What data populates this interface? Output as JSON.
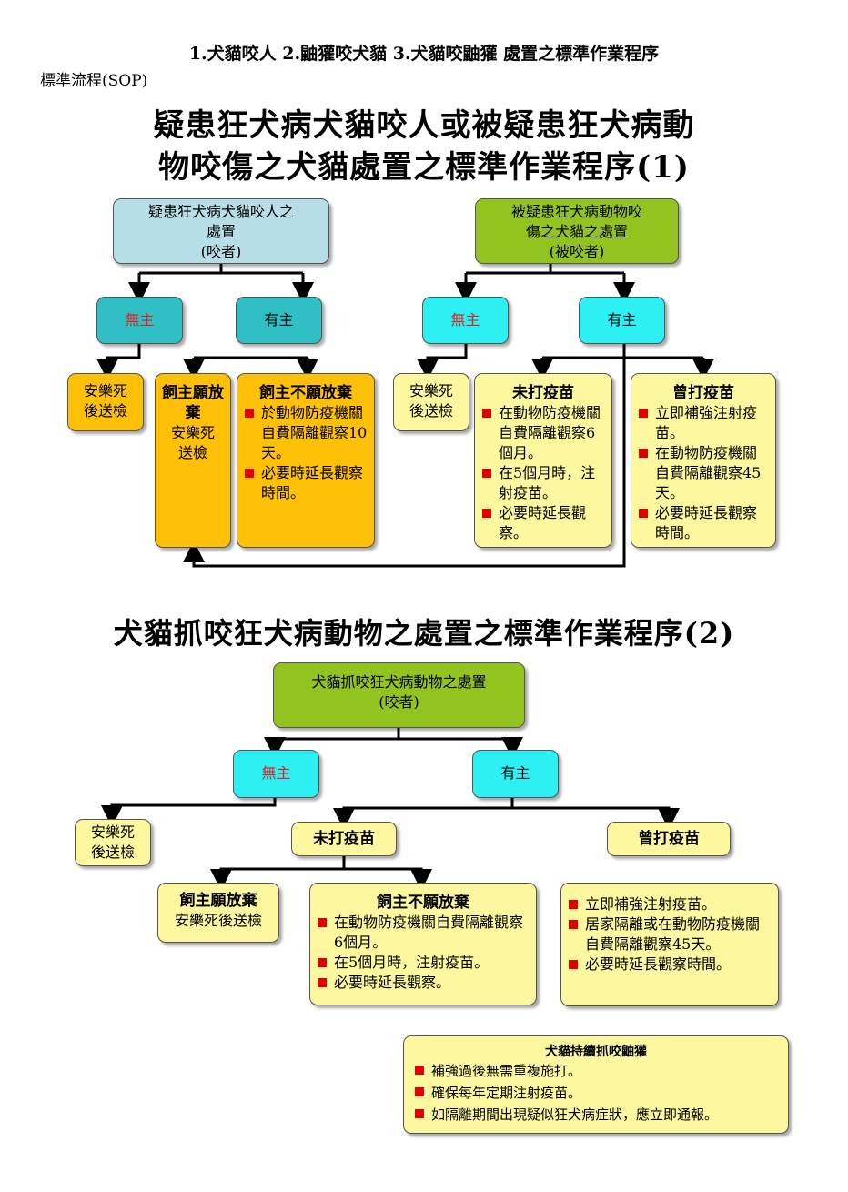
{
  "header": {
    "heading": "1.犬貓咬人 2.鼬獾咬犬貓 3.犬貓咬鼬獾 處置之標準作業程序",
    "sop_label": "標準流程(SOP)"
  },
  "diagram1": {
    "title_line1": "疑患狂犬病犬貓咬人或被疑患狂犬病動",
    "title_line2": "物咬傷之犬貓處置之標準作業程序(1)",
    "left_root": {
      "line1": "疑患狂犬病犬貓咬人之",
      "line2": "處置",
      "line3": "(咬者)"
    },
    "right_root": {
      "line1": "被疑患狂犬病動物咬",
      "line2": "傷之犬貓之處置",
      "line3": "(被咬者)"
    },
    "left_no_owner": "無主",
    "left_has_owner": "有主",
    "right_no_owner": "無主",
    "right_has_owner": "有主",
    "left_euth": {
      "line1": "安樂死",
      "line2": "後送檢"
    },
    "owner_abandon": {
      "title": "飼主願放棄",
      "line1": "安樂死",
      "line2": "送檢"
    },
    "owner_keep": {
      "title": "飼主不願放棄",
      "items": [
        "於動物防疫機關自費隔離觀察10天。",
        "必要時延長觀察時間。"
      ]
    },
    "right_euth": {
      "line1": "安樂死",
      "line2": "後送檢"
    },
    "unvaccinated": {
      "title": "未打疫苗",
      "items": [
        "在動物防疫機關自費隔離觀察6個月。",
        "在5個月時，注射疫苗。",
        "必要時延長觀察。"
      ]
    },
    "vaccinated": {
      "title": "曾打疫苗",
      "items": [
        "立即補強注射疫苗。",
        "在動物防疫機關自費隔離觀察45天。",
        "必要時延長觀察時間。"
      ]
    }
  },
  "diagram2": {
    "title": "犬貓抓咬狂犬病動物之處置之標準作業程序(2)",
    "root": {
      "line1": "犬貓抓咬狂犬病動物之處置",
      "line2": "(咬者)"
    },
    "no_owner": "無主",
    "has_owner": "有主",
    "euth": {
      "line1": "安樂死",
      "line2": "後送檢"
    },
    "unvaccinated": "未打疫苗",
    "vaccinated": "曾打疫苗",
    "owner_abandon": {
      "title": "飼主願放棄",
      "text": "安樂死後送檢"
    },
    "owner_keep": {
      "title": "飼主不願放棄",
      "items": [
        "在動物防疫機關自費隔離觀察6個月。",
        "在5個月時，注射疫苗。",
        "必要時延長觀察。"
      ]
    },
    "vacc_actions": {
      "items": [
        "立即補強注射疫苗。",
        "居家隔離或在動物防疫機關自費隔離觀察45天。",
        "必要時延長觀察時間。"
      ]
    },
    "ongoing": {
      "title": "犬貓持續抓咬鼬獾",
      "items": [
        "補強過後無需重複施打。",
        "確保每年定期注射疫苗。",
        "如隔離期間出現疑似狂犬病症狀，應立即通報。"
      ]
    }
  },
  "colors": {
    "light_blue": "#b7dde6",
    "green": "#92c31f",
    "teal": "#2fbfc4",
    "cyan": "#2df0f5",
    "orange": "#ffc107",
    "pale_yellow": "#fdf8a0",
    "bullet_red": "#e00000"
  }
}
